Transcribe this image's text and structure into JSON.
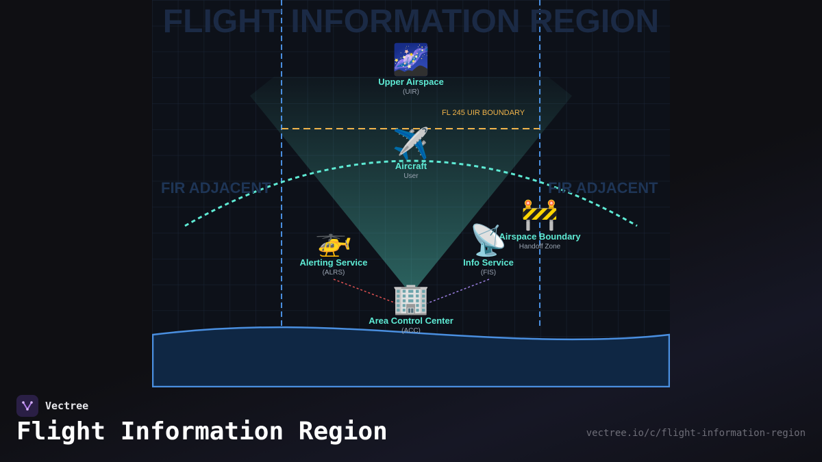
{
  "diagram": {
    "watermark": "FLIGHT INFORMATION REGION",
    "fir_left": "FIR ADJACENT",
    "fir_right": "FIR ADJACENT",
    "boundary_label": "FL 245 UIR BOUNDARY",
    "nodes": {
      "upper": {
        "icon": "milky-way-icon",
        "emoji": "🌌",
        "name": "Upper Airspace",
        "sub": "(UIR)"
      },
      "aircraft": {
        "icon": "airplane-icon",
        "emoji": "✈️",
        "name": "Aircraft",
        "sub": "User"
      },
      "airspace": {
        "icon": "construction-barrier-icon",
        "emoji": "🚧",
        "name": "Airspace Boundary",
        "sub": "Handoff Zone"
      },
      "alerting": {
        "icon": "helicopter-icon",
        "emoji": "🚁",
        "name": "Alerting Service",
        "sub": "(ALRS)"
      },
      "info": {
        "icon": "satellite-dish-icon",
        "emoji": "📡",
        "name": "Info Service",
        "sub": "(FIS)"
      },
      "acc": {
        "icon": "office-building-icon",
        "emoji": "🏢",
        "name": "Area Control Center",
        "sub": "(ACC)"
      }
    },
    "colors": {
      "accent": "#5eead4",
      "boundary": "#f0b34a",
      "sector_lines": "#4a8fe0",
      "ground": "#0f2744",
      "alert_link": "#e05252",
      "info_link": "#9b7fe0"
    }
  },
  "footer": {
    "brand": "Vectree",
    "title": "Flight Information Region",
    "url": "vectree.io/c/flight-information-region"
  }
}
